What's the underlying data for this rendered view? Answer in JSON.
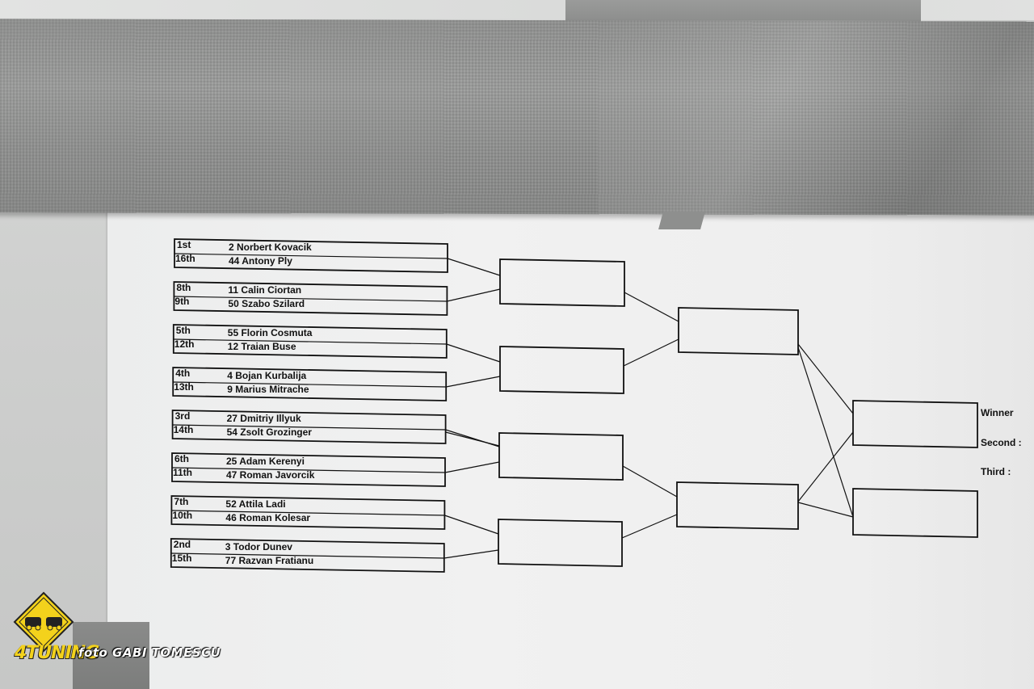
{
  "round1": [
    {
      "seed_a": "1st",
      "name_a": "2 Norbert Kovacik",
      "seed_b": "16th",
      "name_b": "44 Antony Ply"
    },
    {
      "seed_a": "8th",
      "name_a": "11 Calin Ciortan",
      "seed_b": "9th",
      "name_b": "50 Szabo Szilard"
    },
    {
      "seed_a": "5th",
      "name_a": "55 Florin Cosmuta",
      "seed_b": "12th",
      "name_b": "12 Traian Buse"
    },
    {
      "seed_a": "4th",
      "name_a": "4 Bojan Kurbalija",
      "seed_b": "13th",
      "name_b": "9 Marius Mitrache"
    },
    {
      "seed_a": "3rd",
      "name_a": "27 Dmitriy Illyuk",
      "seed_b": "14th",
      "name_b": "54 Zsolt Grozinger"
    },
    {
      "seed_a": "6th",
      "name_a": "25 Adam Kerenyi",
      "seed_b": "11th",
      "name_b": "47 Roman Javorcik"
    },
    {
      "seed_a": "7th",
      "name_a": "52 Attila Ladi",
      "seed_b": "10th",
      "name_b": "46 Roman Kolesar"
    },
    {
      "seed_a": "2nd",
      "name_a": "3 Todor Dunev",
      "seed_b": "15th",
      "name_b": "77 Razvan Fratianu"
    }
  ],
  "results": {
    "winner": "Winner",
    "second": "Second :",
    "third": "Third :"
  },
  "watermark": {
    "brand": "4TUNING",
    "credit": "foto GABI TOMESCU",
    "brand_color": "#f3d21c"
  }
}
